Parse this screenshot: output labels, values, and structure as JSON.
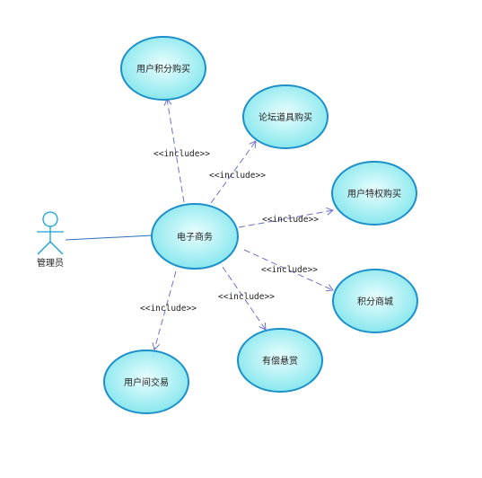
{
  "diagram": {
    "type": "use-case",
    "actor": {
      "label": "管理员",
      "icon": "stick-figure-actor-icon"
    },
    "central_use_case": {
      "label": "电子商务"
    },
    "included_use_cases": [
      {
        "id": "uc1",
        "label": "用户积分购买"
      },
      {
        "id": "uc2",
        "label": "论坛道具购买"
      },
      {
        "id": "uc3",
        "label": "用户特权购买"
      },
      {
        "id": "uc4",
        "label": "积分商城"
      },
      {
        "id": "uc5",
        "label": "有偿悬赏"
      },
      {
        "id": "uc6",
        "label": "用户间交易"
      }
    ],
    "relationship_label": "<<include>>",
    "colors": {
      "ellipse_fill_center": "#e8fdfd",
      "ellipse_fill_edge": "#7ee6ec",
      "ellipse_stroke": "#1d8fc9",
      "connector": "#6f6fc9",
      "association": "#2a6fb8",
      "actor": "#1aa0d6"
    }
  }
}
